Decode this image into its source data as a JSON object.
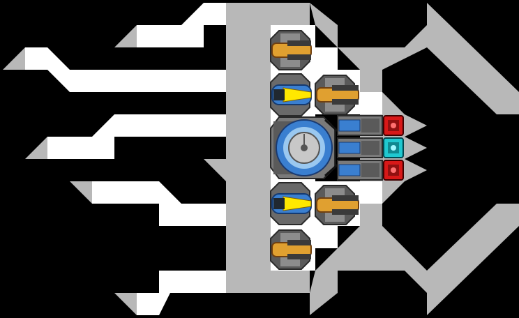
{
  "scene": {
    "description_free": true,
    "colors": {
      "background": "#000000",
      "hull_gray": "#b8b8b8",
      "hull_white": "#ffffff",
      "module_dark": "#5a5a5a",
      "module_mid": "#8c8c8c",
      "gold": "#e0a030",
      "blue": "#3a7fd0",
      "yellow": "#ffe800",
      "cyan": "#20c8d0",
      "red": "#d81818"
    }
  },
  "modules": {
    "cannons_gold": [
      "cannon-top",
      "cannon-upper-right",
      "cannon-lower-right",
      "cannon-bottom"
    ],
    "lasers_blue": [
      "laser-upper",
      "laser-lower"
    ],
    "core": "reactor-core",
    "thrusters": [
      "thruster-top",
      "thruster-mid",
      "thruster-bottom"
    ],
    "power_cells": [
      {
        "id": "cell-top",
        "color": "#d81818"
      },
      {
        "id": "cell-mid",
        "color": "#20c8d0"
      },
      {
        "id": "cell-bottom",
        "color": "#d81818"
      }
    ]
  }
}
